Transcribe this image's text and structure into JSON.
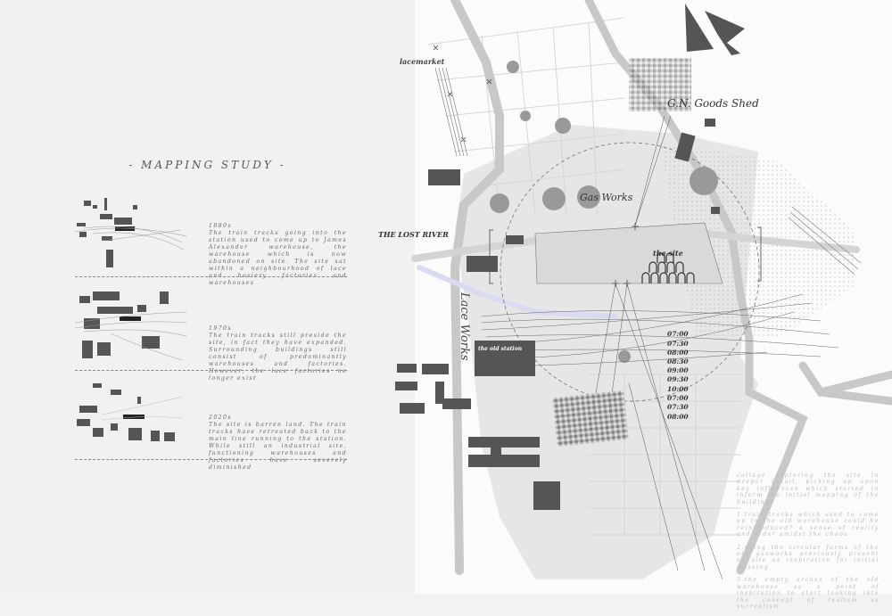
{
  "title": "- MAPPING STUDY -",
  "entries": [
    {
      "year": "1880s",
      "text": "The train tracks going into the station used to come up to James Alexander warehouse, the warehouse which is now abandoned on site. The site sat within a neighbourhood of lace and hosiery factories and warehouses"
    },
    {
      "year": "1970s",
      "text": "The train tracks still preside the site, in fact they have expanded. Surrounding buildings still consist of predominantly warehouses and factories. However, the lace factories no longer exist"
    },
    {
      "year": "2020s",
      "text": "The site is barren land. The train tracks have retreated back to the main line running to the station. While still an industrial site, functioning warehouses and factories have severely diminished"
    }
  ],
  "map": {
    "lacemarket": "lacemarket",
    "goods_shed": "G.N. Goods Shed",
    "gas_works": "Gas Works",
    "lost_river": "THE LOST RIVER",
    "the_site": "the site",
    "lace_works": "Lace Works",
    "old_station": "the old station",
    "times": [
      "07:00",
      "07:30",
      "08:00",
      "08:30",
      "09:00",
      "09:30",
      "10:00",
      "07:00",
      "07:30",
      "08:00"
    ]
  },
  "notes": [
    "collage exploring the site in deeper detail, picking up upon key influences which started to inform the initial mapping of the building:",
    "1.train tracks which used to come up to the old warehouse could be reintroduced? a sense of reality and order amidst the chaos",
    "2.using the circular forms of the old gasworks previously present on site as inspiration for initial massing",
    "3.the empty arches of the old warehouse as a point of inspiration to start looking into the concept of realism vs surrealism"
  ]
}
